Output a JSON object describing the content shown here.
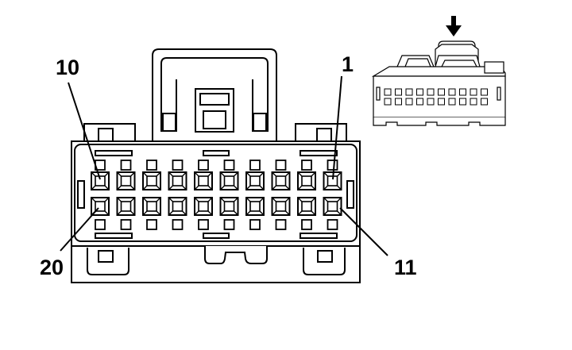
{
  "connector": {
    "pin_labels": {
      "top_left": "10",
      "top_right": "1",
      "bottom_left": "20",
      "bottom_right": "11"
    },
    "rows": 2,
    "pins_per_row": 10
  },
  "inset": {
    "arrow_icon": "down-arrow-icon"
  }
}
